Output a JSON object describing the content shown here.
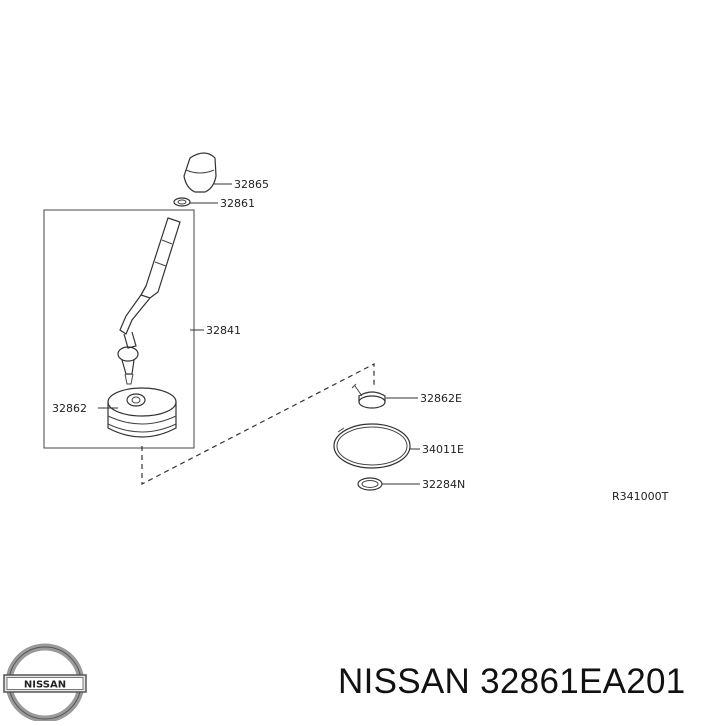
{
  "diagram": {
    "parts": {
      "knob": "32865",
      "knob_ring": "32861",
      "lever": "32841",
      "lever_base": "32862",
      "clip": "32862E",
      "boot_ring": "34011E",
      "seal": "32284N"
    },
    "ref_code": "R341000T"
  },
  "caption": {
    "brand": "NISSAN",
    "part_number": "32861EA201"
  },
  "logo": {
    "text": "NISSAN",
    "icon": "nissan-logo-icon"
  }
}
